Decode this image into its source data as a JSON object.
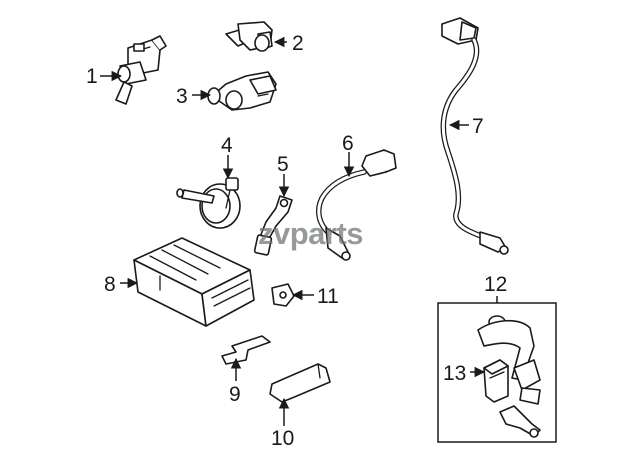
{
  "diagram": {
    "callouts": {
      "c1": "1",
      "c2": "2",
      "c3": "3",
      "c4": "4",
      "c5": "5",
      "c6": "6",
      "c7": "7",
      "c8": "8",
      "c9": "9",
      "c10": "10",
      "c11": "11",
      "c12": "12",
      "c13": "13"
    },
    "watermark": "zvparts",
    "colors": {
      "line": "#1a1a1a",
      "background": "#ffffff",
      "watermark": "#6f7477"
    }
  }
}
